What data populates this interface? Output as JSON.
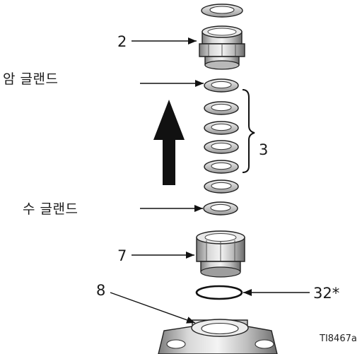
{
  "labels": {
    "part_2": "2",
    "part_3": "3",
    "part_7": "7",
    "part_8": "8",
    "part_32": "32*",
    "female_gland": "암 글랜드",
    "male_gland": "수 글랜드",
    "figure_id": "TI8467a"
  },
  "components": {
    "packing_ring_count": 8
  }
}
